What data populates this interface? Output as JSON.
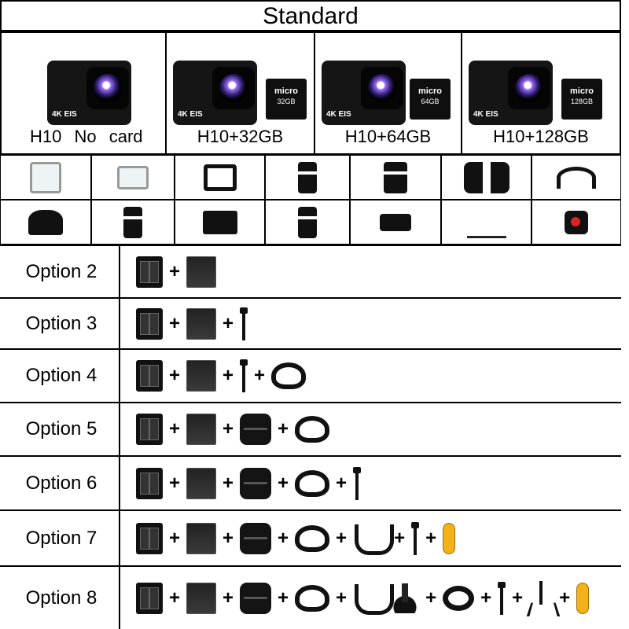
{
  "title": "Standard",
  "cameras": [
    {
      "label": "H10  No card",
      "card": null
    },
    {
      "label": "H10+32GB",
      "card": {
        "brand": "micro",
        "cap": "32GB"
      }
    },
    {
      "label": "H10+64GB",
      "card": {
        "brand": "micro",
        "cap": "64GB"
      }
    },
    {
      "label": "H10+128GB",
      "card": {
        "brand": "micro",
        "cap": "128GB"
      }
    }
  ],
  "camera_badge": "4K EIS",
  "options": [
    {
      "label": "Option 2"
    },
    {
      "label": "Option 3"
    },
    {
      "label": "Option 4"
    },
    {
      "label": "Option 5"
    },
    {
      "label": "Option 6"
    },
    {
      "label": "Option 7"
    },
    {
      "label": "Option 8"
    }
  ],
  "plus_sign": "+",
  "icons": {
    "charger": "dual-charger-icon",
    "battery": "battery-icon",
    "selfie_stick": "selfie-stick-icon",
    "case": "carry-case-icon",
    "head_strap": "head-strap-icon",
    "chest_strap": "chest-strap-icon",
    "float": "floating-grip-icon",
    "tripod": "tripod-icon",
    "suction": "suction-mount-icon",
    "wrist": "wrist-strap-icon"
  }
}
